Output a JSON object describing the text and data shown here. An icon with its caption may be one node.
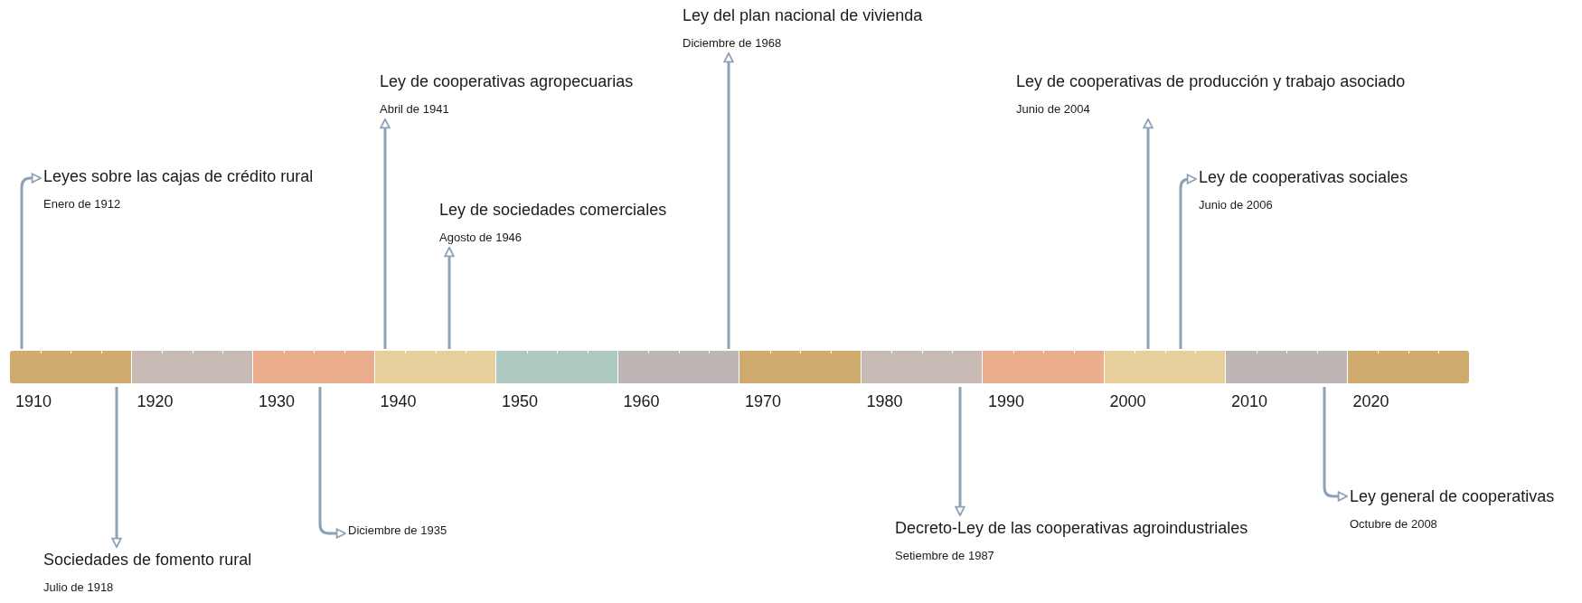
{
  "diagram": {
    "nodes": [
      {
        "text": [],
        "shape": "bar",
        "beside": [
          "1910",
          "1920",
          "1930",
          "1940",
          "1950",
          "1960",
          "1970",
          "1980",
          "1990",
          "2000",
          "2010",
          "2020"
        ]
      },
      {
        "text": [
          "Leyes sobre las cajas de crédito rural",
          "Enero de 1912"
        ]
      },
      {
        "text": [
          "Sociedades de fomento rural",
          "Julio de 1918"
        ]
      },
      {
        "text": [
          "Diciembre de 1935"
        ]
      },
      {
        "text": [
          "Ley de cooperativas agropecuarias",
          "Abril de 1941"
        ]
      },
      {
        "text": [
          "Ley de sociedades comerciales",
          "Agosto de 1946"
        ]
      },
      {
        "text": [
          "Ley del plan nacional de vivienda",
          "Diciembre de 1968"
        ]
      },
      {
        "text": [
          "Decreto-Ley de las cooperativas agroindustriales",
          "Setiembre de 1987"
        ]
      },
      {
        "text": [
          "Ley de cooperativas de producción y trabajo asociado",
          "Junio de 2004"
        ]
      },
      {
        "text": [
          "Ley de cooperativas sociales",
          "Junio de 2006"
        ]
      },
      {
        "text": [
          "Ley general de cooperativas",
          "Octubre de 2008"
        ]
      }
    ],
    "edges": [
      {
        "from": 0,
        "to": 1,
        "arrow": "to"
      },
      {
        "from": 0,
        "to": 2,
        "arrow": "to"
      },
      {
        "from": 0,
        "to": 3,
        "arrow": "to"
      },
      {
        "from": 0,
        "to": 4,
        "arrow": "to"
      },
      {
        "from": 0,
        "to": 5,
        "arrow": "to"
      },
      {
        "from": 0,
        "to": 6,
        "arrow": "to"
      },
      {
        "from": 0,
        "to": 7,
        "arrow": "to"
      },
      {
        "from": 0,
        "to": 8,
        "arrow": "to"
      },
      {
        "from": 0,
        "to": 9,
        "arrow": "to"
      },
      {
        "from": 0,
        "to": 10,
        "arrow": "to"
      }
    ]
  }
}
